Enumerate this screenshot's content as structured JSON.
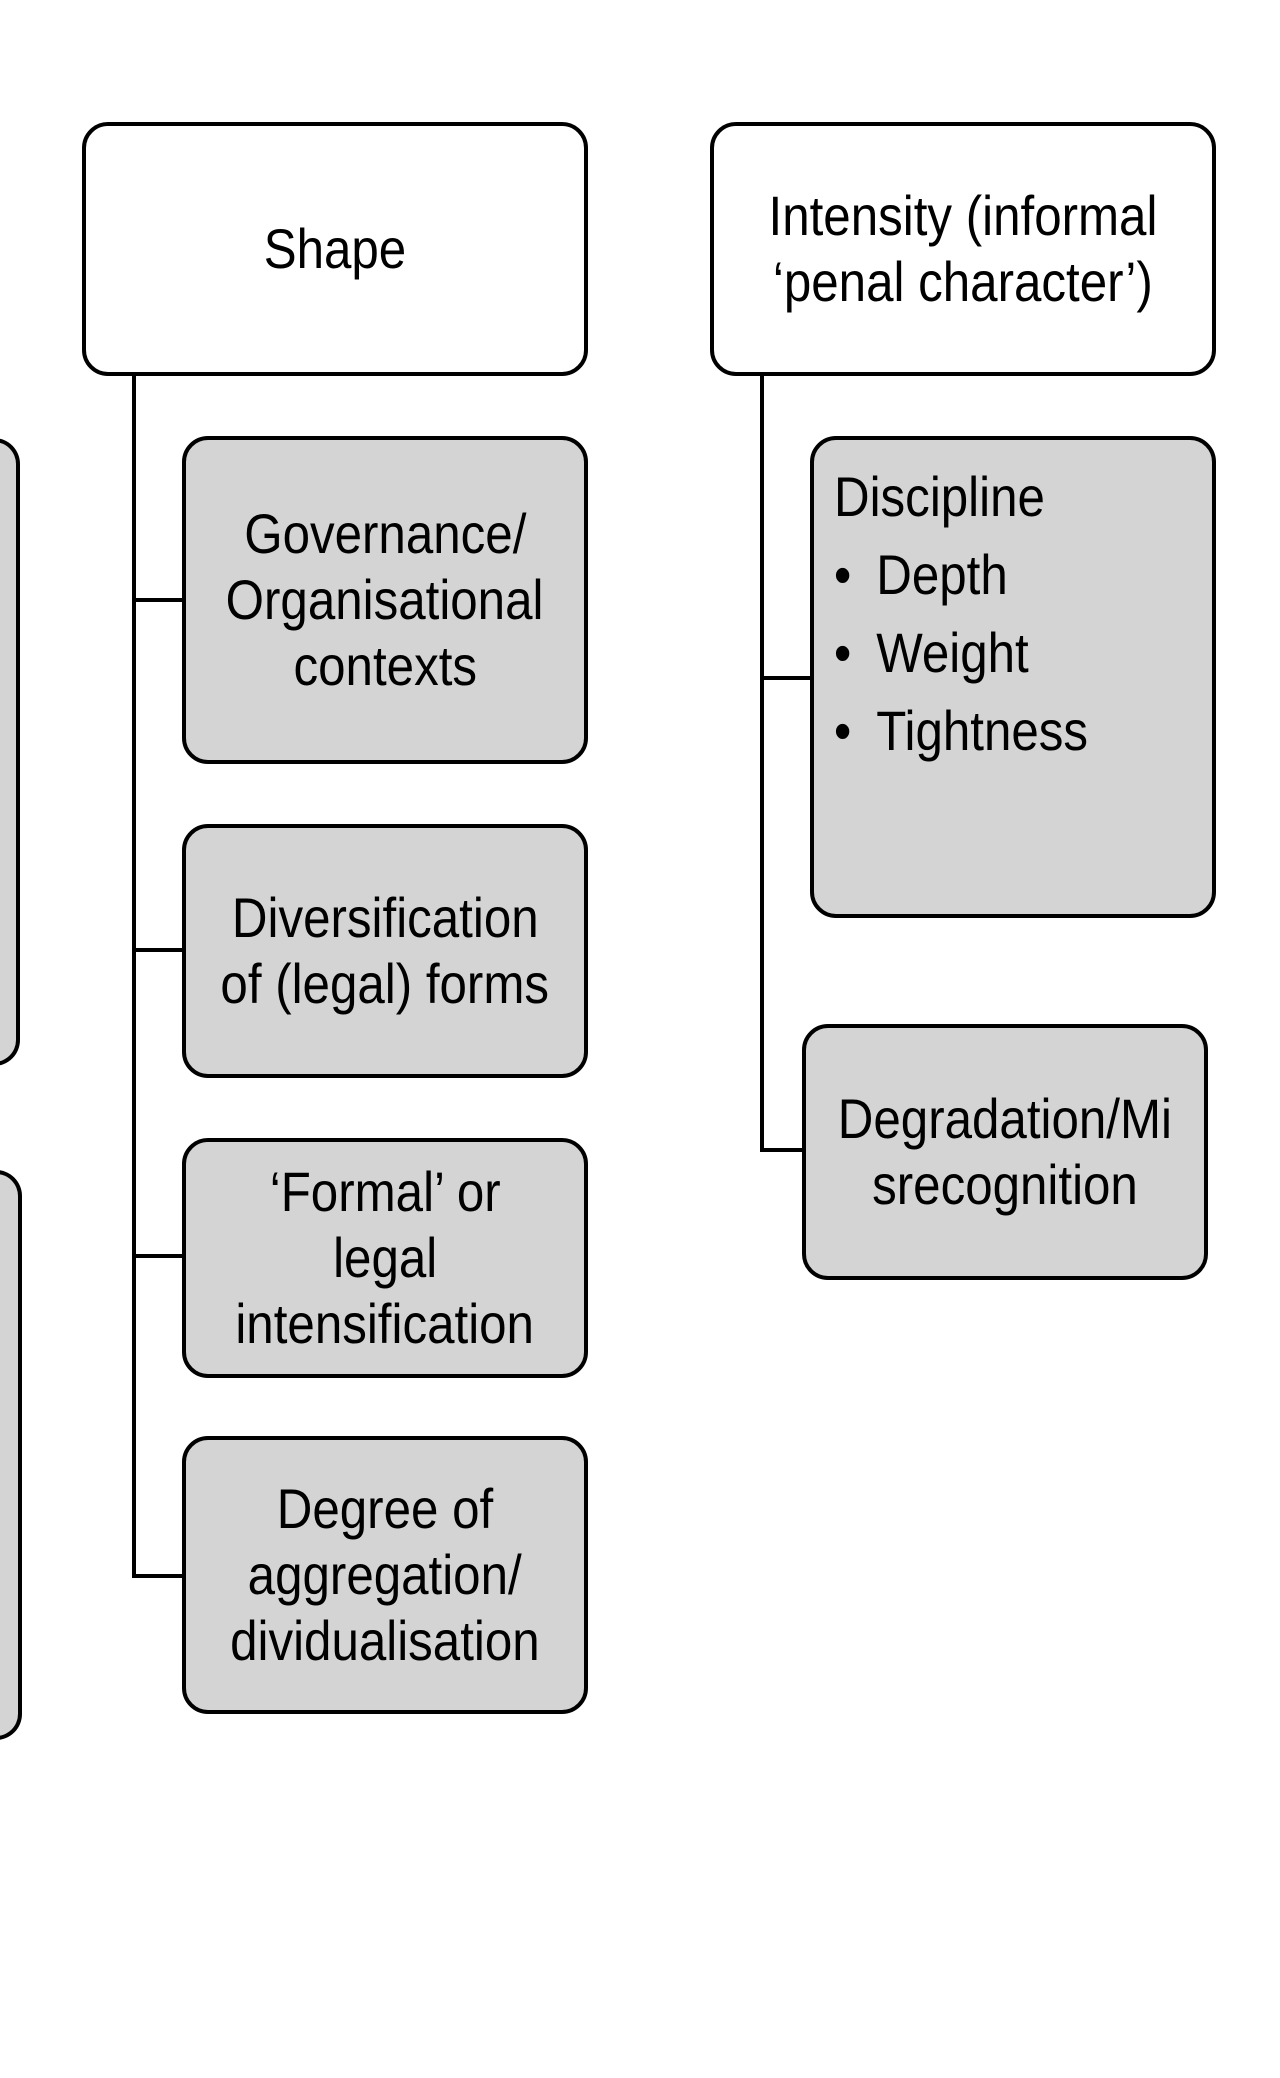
{
  "diagram": {
    "shape_header": {
      "lines": [
        "Shape"
      ]
    },
    "shape_children": [
      {
        "lines": [
          "Governance/",
          "Organisational",
          "contexts"
        ]
      },
      {
        "lines": [
          "Diversification",
          "of (legal) forms"
        ]
      },
      {
        "lines": [
          "‘Formal’ or",
          "legal",
          "intensification"
        ]
      },
      {
        "lines": [
          "Degree of",
          "aggregation/",
          "dividualisation"
        ]
      }
    ],
    "intensity_header": {
      "lines": [
        "Intensity (informal",
        "‘penal character’)"
      ]
    },
    "discipline": {
      "title": "Discipline",
      "bullets": [
        "Depth",
        "Weight",
        "Tightness"
      ],
      "bullet_glyph": "•"
    },
    "degradation": {
      "lines": [
        "Degradation/Mi",
        "srecognition"
      ]
    },
    "colors": {
      "node_fill": "#d4d4d4",
      "header_fill": "#ffffff",
      "stroke": "#000000"
    }
  }
}
